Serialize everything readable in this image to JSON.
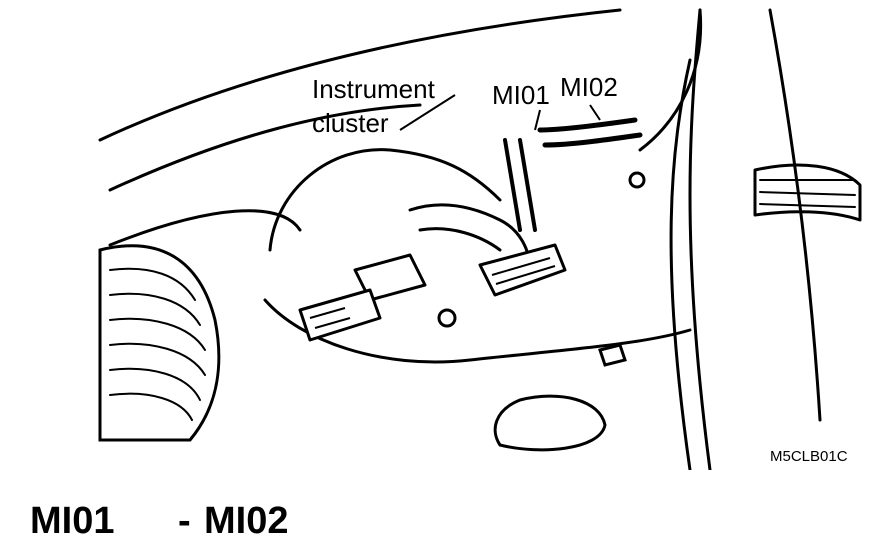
{
  "labels": {
    "instrument_cluster_line1": "Instrument",
    "instrument_cluster_line2": "cluster",
    "connector_a": "MI01",
    "connector_b": "MI02",
    "figure_code": "M5CLB01C"
  },
  "caption": {
    "from": "MI01",
    "separator": "-",
    "to": "MI02"
  }
}
